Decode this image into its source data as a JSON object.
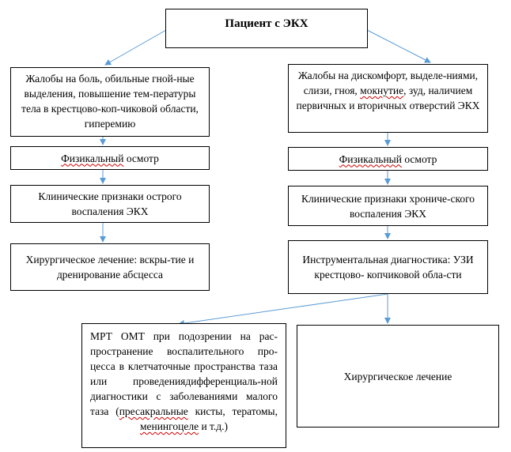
{
  "diagram": {
    "root": {
      "label": "Пациент с ЭКХ"
    },
    "left": {
      "complaints": "Жалобы на боль, обильные гной-ные выделения, повышение тем-пературы тела в крестцово-коп-чиковой области, гиперемию",
      "exam_word": "Физикальный",
      "exam_rest": " осмотр",
      "signs": "Клинические признаки острого воспаления ЭКХ",
      "treatment": "Хирургическое лечение: вскры-тие и дренирование абсцесса"
    },
    "right": {
      "complaints_a": "Жалобы на дискомфорт, выделе-ниями, слизи, гноя, ",
      "complaints_b": "мокнутие",
      "complaints_c": ", зуд, наличием первичных и вторичных отверстий ЭКХ",
      "exam_word": "Физикальный",
      "exam_rest": " осмотр",
      "signs": "Клинические признаки хрониче-ского воспаления ЭКХ",
      "instrumental": "Инструментальная диагностика: УЗИ крестцово- копчиковой обла-сти",
      "mri_a": "МРТ ОМТ при подозрении на рас-пространение воспалительного про-цесса в клетчаточные пространства таза или проведениядифференциаль-ной диагностики с заболеваниями малого таза (",
      "mri_b": "пресакральные",
      "mri_c": " кисты, тератомы, ",
      "mri_d": "менингоцеле",
      "mri_e": " и т.д.)",
      "surgery": "Хирургическое лечение"
    },
    "colors": {
      "arrow": "#5b9bd5",
      "border": "#000000",
      "spellcheck": "#d00000"
    }
  }
}
